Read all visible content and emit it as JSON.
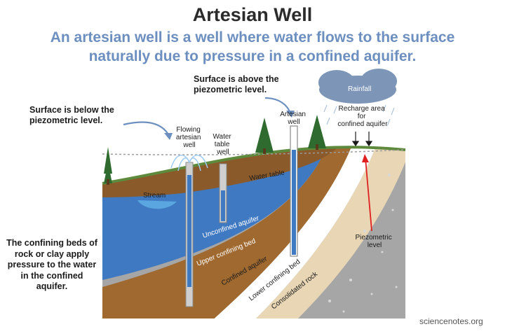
{
  "title": "Artesian Well",
  "subtitle": "An artesian well is a well where water flows to the surface naturally due to pressure in a confined aquifer.",
  "annotations": {
    "surface_above": "Surface is above the piezometric level.",
    "surface_below": "Surface is below the piezometric level.",
    "confining_beds": "The confining beds of rock or clay apply pressure to the water in the confined aquifer."
  },
  "labels": {
    "flowing_well": [
      "Flowing",
      "artesian",
      "well"
    ],
    "water_table_well": [
      "Water",
      "table",
      "well"
    ],
    "artesian_well": [
      "Artesian",
      "well"
    ],
    "rainfall": "Rainfall",
    "recharge_area": [
      "Recharge area",
      "for",
      "confined aquifer"
    ],
    "stream": "Stream",
    "water_table": "Water table",
    "unconfined_aquifer": "Unconfined aquifer",
    "upper_confining_bed": "Upper confining bed",
    "confined_aquifer": "Confined aquifer",
    "lower_confining_bed": "Lower confining bed",
    "consolidated_rock": "Consolidated rock",
    "piezometric_level": [
      "Piezometric",
      "level"
    ]
  },
  "credit": "sciencenotes.org",
  "colors": {
    "title": "#2b2b2b",
    "subtitle": "#6c8fc0",
    "unconfined_aquifer": "#3f79c2",
    "water_table_soil": "#8a5a2b",
    "confining_bed": "#a0692f",
    "confined_aquifer": "#ffffff",
    "lower_bed": "#e9d6b5",
    "rock": "#b9b9b9",
    "grass": "#5d8a3c",
    "arrow": "#e02020"
  }
}
